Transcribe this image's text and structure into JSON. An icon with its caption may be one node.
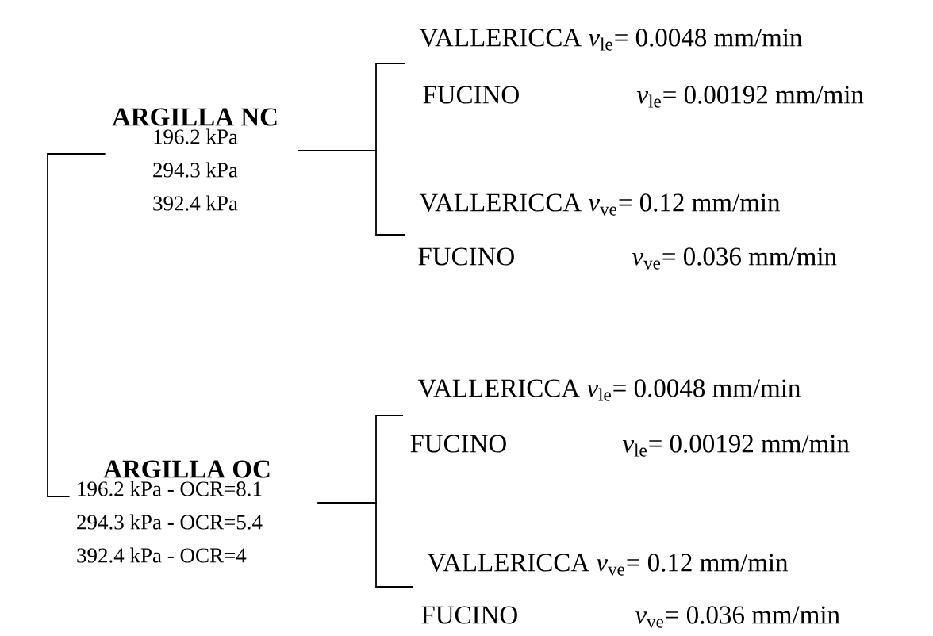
{
  "diagram": {
    "nodes": [
      {
        "text": [
          "ARGILLA NC",
          "196.2 kPa 294.3 kPa 392.4 kPa"
        ]
      },
      {
        "text": [
          "VALLERICCA",
          "*v*$_{le}$= 0.0048 mm/min"
        ]
      },
      {
        "text": [
          "FUCINO",
          "*v*$_{le}$= 0.00192 mm/min"
        ]
      },
      {
        "text": [
          "VALLERICCA",
          "*v*$_{ve}$= 0.12 mm/min"
        ]
      },
      {
        "text": [
          "FUCINO",
          "*v*$_{ve}$= 0.036 mm/min"
        ]
      },
      {
        "text": [
          "ARGILLA OC",
          "196.2 kPa - OCR=8.1 294.3 kPa - OCR=5.4 392.4 kPa - OCR=4"
        ]
      },
      {
        "text": [
          "VALLERICCA",
          "*v*$_{le}$= 0.0048 mm/min"
        ]
      },
      {
        "text": [
          "FUCINO",
          "*v*$_{le}$= 0.00192 mm/min"
        ]
      },
      {
        "text": [
          "VALLERICCA",
          "*v*$_{ve}$= 0.12 mm/min"
        ]
      },
      {
        "text": [
          "FUCINO",
          "*v*$_{ve}$= 0.036 mm/min"
        ]
      }
    ],
    "edges": [
      {
        "from": 0,
        "to": 5,
        "arrow": "none"
      },
      {
        "from": 0,
        "to": 1,
        "arrow": "none"
      },
      {
        "from": 0,
        "to": 3,
        "arrow": "none"
      },
      {
        "from": 5,
        "to": 6,
        "arrow": "none"
      },
      {
        "from": 5,
        "to": 8,
        "arrow": "none"
      }
    ]
  }
}
